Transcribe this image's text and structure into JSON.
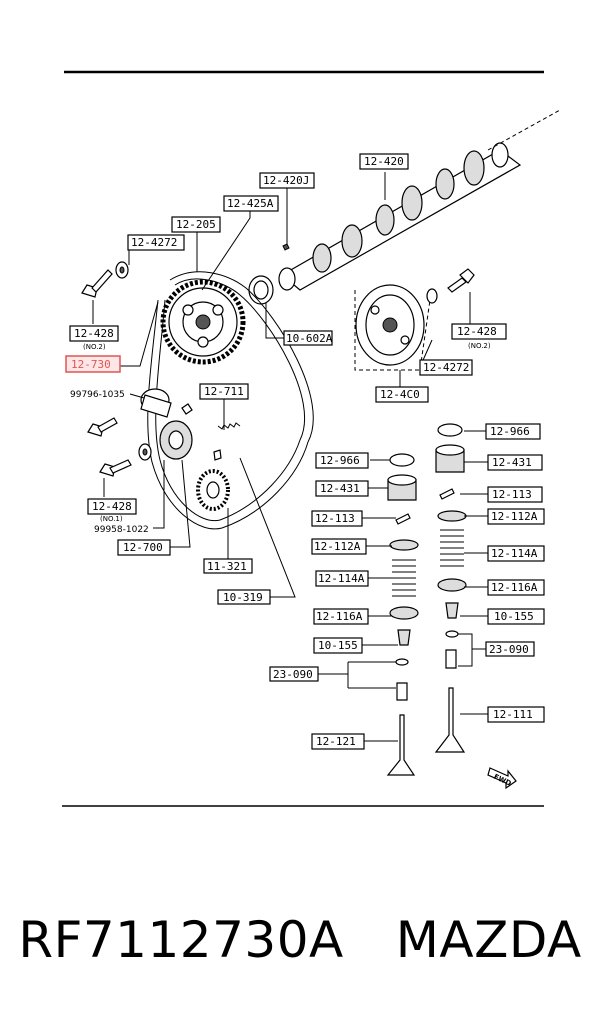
{
  "labels": {
    "l12420": "12-420",
    "l12420J": "12-420J",
    "l12425A": "12-425A",
    "l12205": "12-205",
    "l12427a": "12-4272",
    "l12428a": "12-428",
    "l12730": "12-730",
    "l99796": "99796-1035",
    "l12711": "12-711",
    "l12428b": "12-428",
    "l99958": "99958-1022",
    "l12700": "12-700",
    "l11321": "11-321",
    "l10319": "10-319",
    "l10602A": "10-602A",
    "l12428c": "12-428",
    "l12427b": "12-4272",
    "l124C0": "12-4C0",
    "l12966a": "12-966",
    "l12431a": "12-431",
    "l12113a": "12-113",
    "l12112Aa": "12-112A",
    "l12114Aa": "12-114A",
    "l12116Aa": "12-116A",
    "l10155a": "10-155",
    "l23090a": "23-090",
    "l12121": "12-121",
    "l12966b": "12-966",
    "l12431b": "12-431",
    "l12113b": "12-113",
    "l12112Ab": "12-112A",
    "l12114Ab": "12-114A",
    "l12116Ab": "12-116A",
    "l10155b": "10-155",
    "l23090b": "23-090",
    "l12111": "12-111",
    "no2a": "(NO.2)",
    "no2b": "(NO.2)",
    "no1": "(NO.1)",
    "fwd": "FWD"
  },
  "highlight_color": "#e05555",
  "footer": {
    "part_number": "RF7112730A",
    "brand": "MAZDA"
  }
}
